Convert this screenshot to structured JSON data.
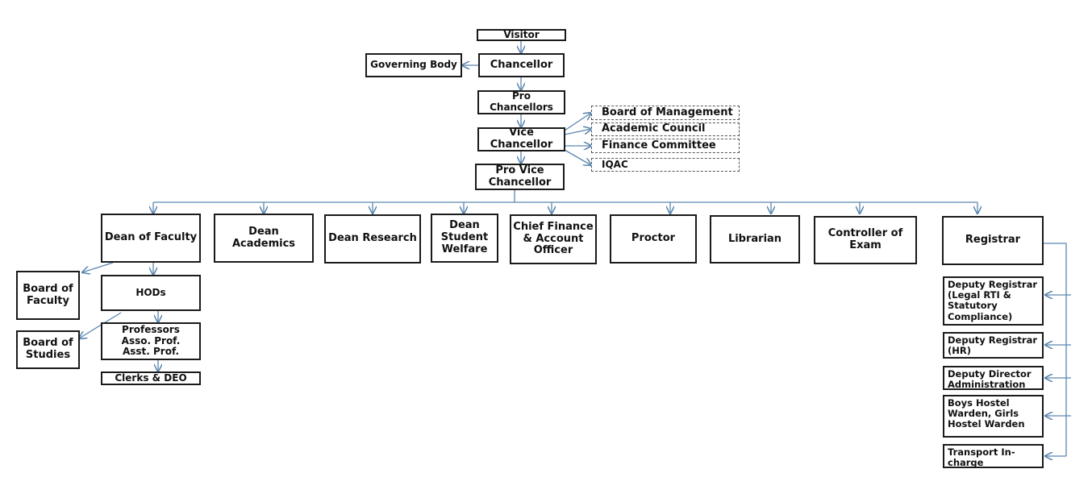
{
  "nodes": {
    "visitor": "Visitor",
    "governing_body": "Governing Body",
    "chancellor": "Chancellor",
    "pro_chancellors": "Pro Chancellors",
    "vice_chancellor": "Vice Chancellor",
    "board_of_management": "Board of Management",
    "academic_council": "Academic Council",
    "finance_committee": "Finance Committee",
    "iqac": "IQAC",
    "pro_vice_chancellor": "Pro Vice Chancellor",
    "dean_of_faculty": "Dean of Faculty",
    "dean_academics": "Dean Academics",
    "dean_research": "Dean Research",
    "dean_student_welfare": "Dean Student Welfare",
    "chief_finance": "Chief Finance & Account Officer",
    "proctor": "Proctor",
    "librarian": "Librarian",
    "controller_of_exam": "Controller of Exam",
    "registrar": "Registrar",
    "board_of_faculty": "Board of Faculty",
    "board_of_studies": "Board of Studies",
    "hods": "HODs",
    "professors": "Professors Asso. Prof. Asst. Prof.",
    "clerks_deo": "Clerks & DEO",
    "deputy_registrar_legal": "Deputy Registrar (Legal RTI & Statutory Compliance)",
    "deputy_registrar_hr": "Deputy Registrar (HR)",
    "deputy_director_admin": "Deputy Director Administration",
    "hostel_wardens": "Boys Hostel Warden, Girls Hostel Warden",
    "transport_incharge": "Transport In-charge"
  },
  "colors": {
    "connector": "#5b86b0",
    "border": "#1a1a1a"
  }
}
